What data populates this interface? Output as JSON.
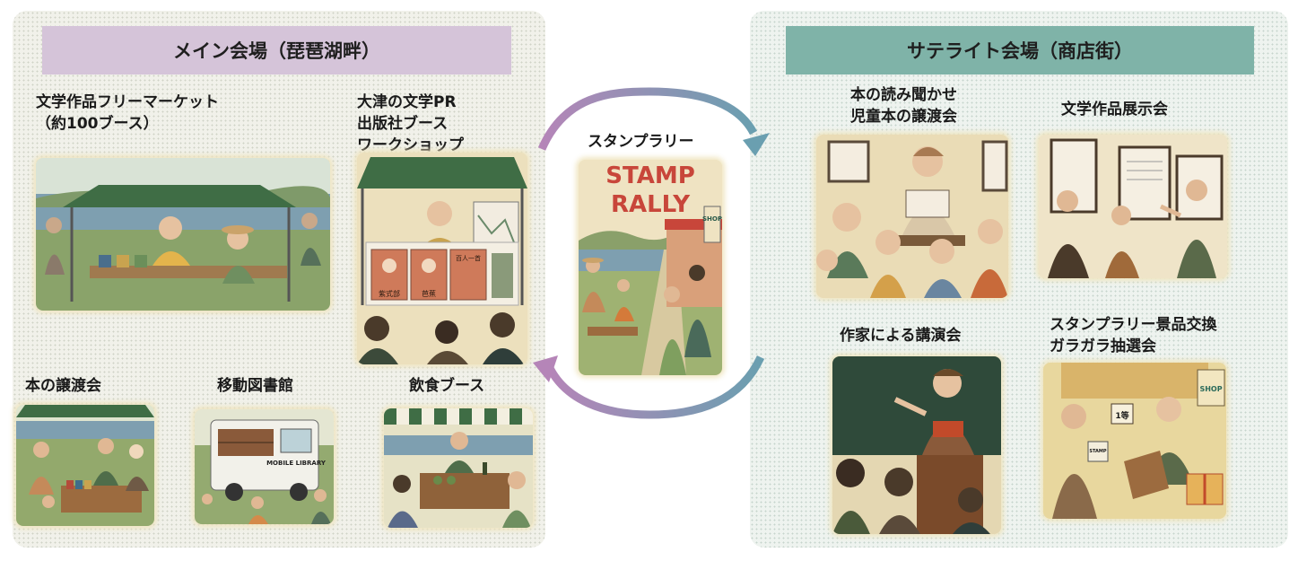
{
  "main_venue": {
    "header": "メイン会場（琵琶湖畔）",
    "flea_market": {
      "line1": "文学作品フリーマーケット",
      "line2": "（約100ブース）"
    },
    "pr_booth": {
      "line1": "大津の文学PR",
      "line2": "出版社ブース",
      "line3": "ワークショップ"
    },
    "book_transfer": "本の譲渡会",
    "mobile_library": "移動図書館",
    "food_booth": "飲食ブース",
    "illustration_text": {
      "portrait1": "紫式部",
      "portrait2": "芭蕉",
      "card": "百人一首",
      "van": "MOBILE LIBRARY"
    }
  },
  "center": {
    "label": "スタンプラリー",
    "stamp_line1": "STAMP",
    "stamp_line2": "RALLY",
    "shop_sign": "SHOP"
  },
  "satellite_venue": {
    "header": "サテライト会場（商店街）",
    "reading": {
      "line1": "本の読み聞かせ",
      "line2": "児童本の譲渡会"
    },
    "exhibition": "文学作品展示会",
    "lecture": "作家による講演会",
    "lottery": {
      "line1": "スタンプラリー景品交換",
      "line2": "ガラガラ抽選会"
    },
    "illustration_text": {
      "prize": "1等",
      "stamp": "STAMP",
      "shop": "SHOP"
    }
  },
  "colors": {
    "main_header": "#d5c4d9",
    "satellite_header": "#7fb3a8",
    "arrow_purple": "#b585b8",
    "arrow_teal": "#6a9fb0",
    "stamp_red": "#c8463a"
  }
}
